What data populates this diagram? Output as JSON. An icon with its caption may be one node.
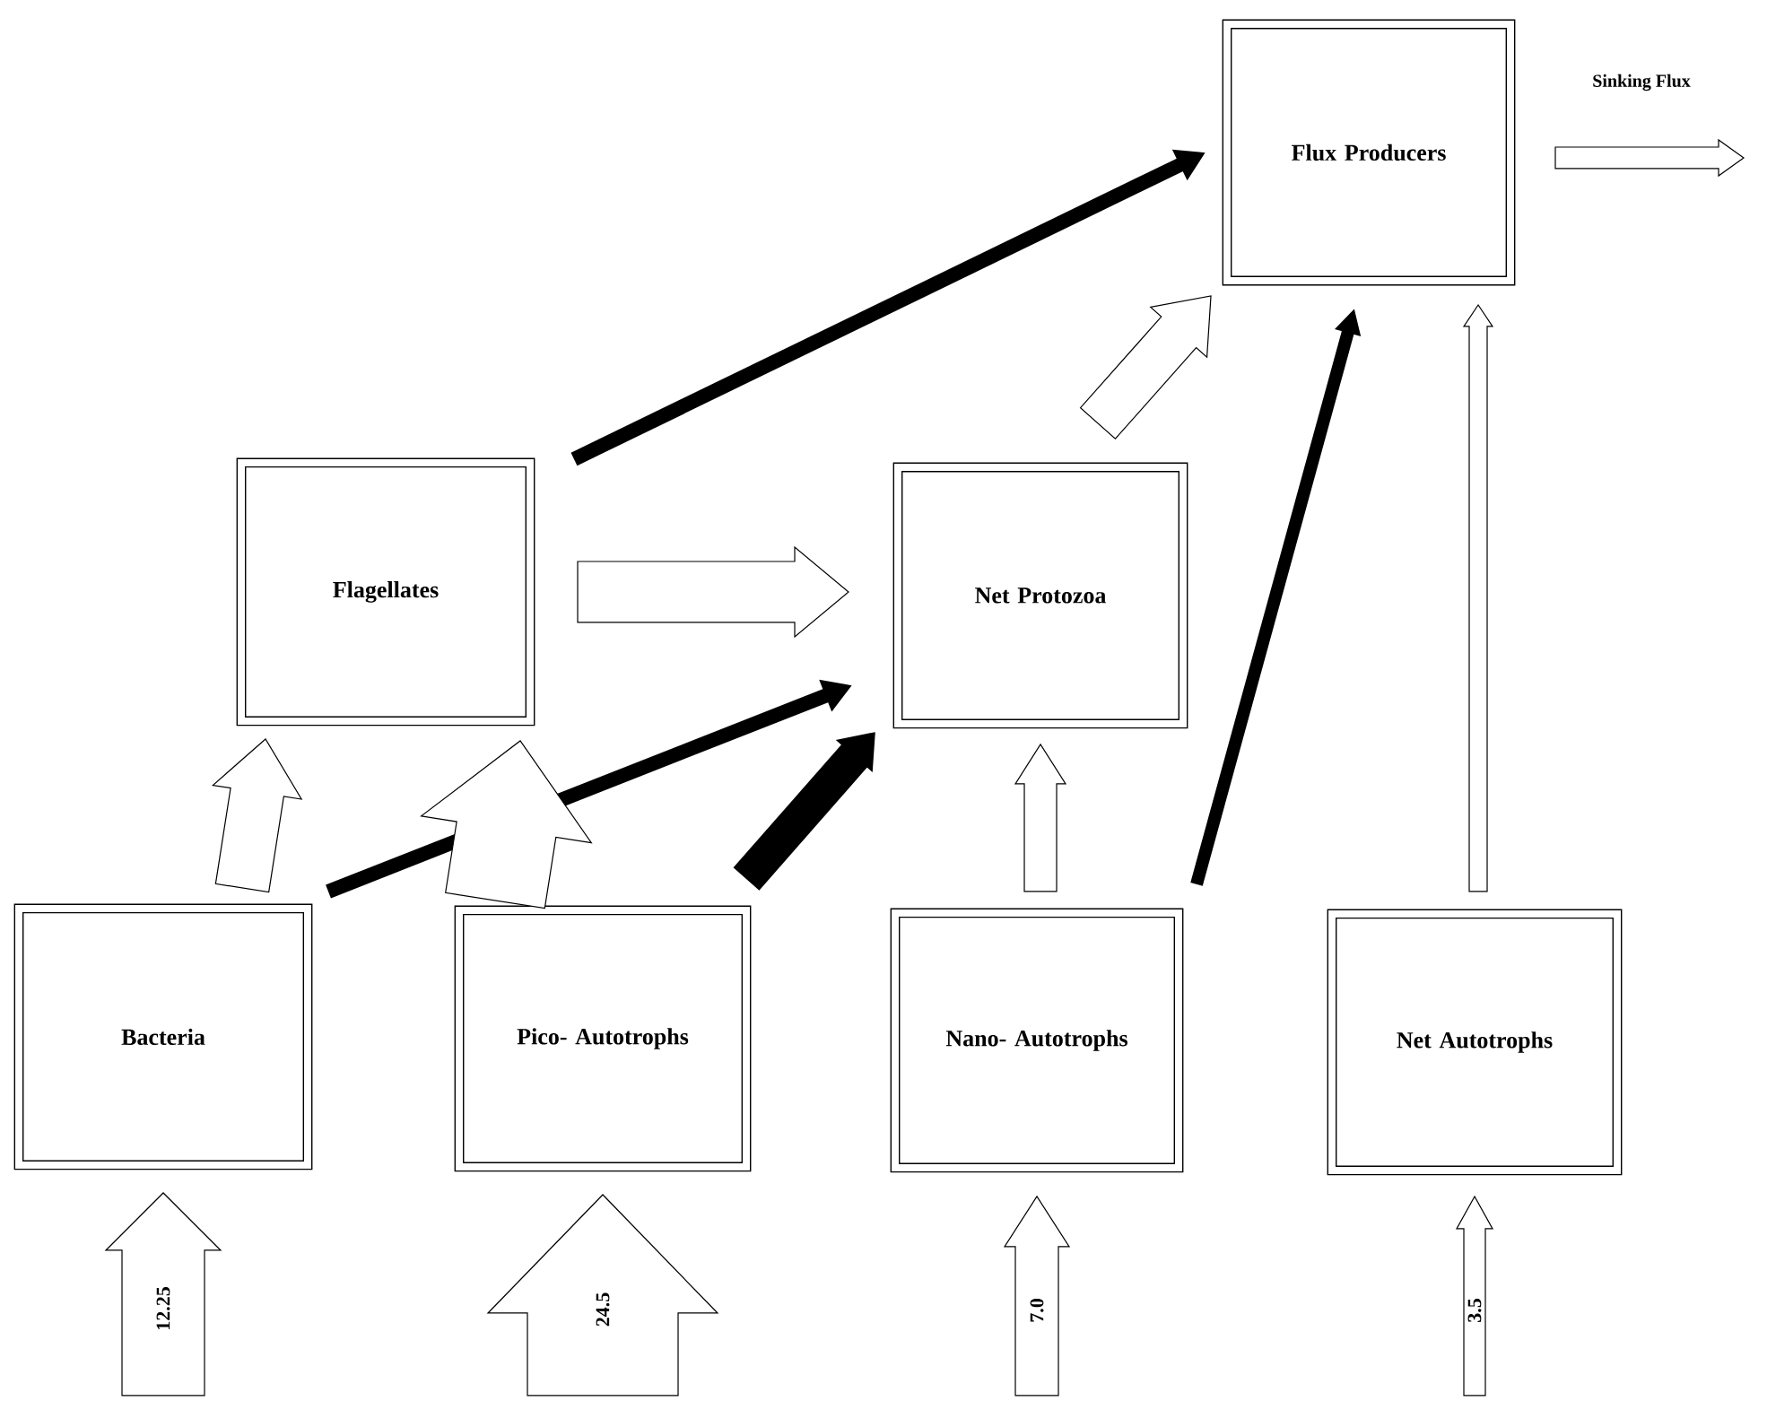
{
  "diagram": {
    "nodes": [
      {
        "text": [
          "Flux Producers"
        ]
      },
      {
        "text": [
          "Flagellates"
        ]
      },
      {
        "text": [
          "Net Protozoa"
        ]
      },
      {
        "text": [
          "Bacteria"
        ]
      },
      {
        "text": [
          "Pico- Autotrophs"
        ]
      },
      {
        "text": [
          "Nano- Autotrophs"
        ]
      },
      {
        "text": [
          "Net Autotrophs"
        ]
      }
    ],
    "edges": [
      {
        "from": 0,
        "to": null,
        "arrow": "to",
        "label": "Sinking Flux"
      },
      {
        "from": 1,
        "to": 0,
        "arrow": "to",
        "color": "#000000"
      },
      {
        "from": 1,
        "to": 2,
        "arrow": "to"
      },
      {
        "from": 2,
        "to": 0,
        "arrow": "to"
      },
      {
        "from": 5,
        "to": 0,
        "arrow": "to",
        "color": "#000000"
      },
      {
        "from": 6,
        "to": 0,
        "arrow": "to"
      },
      {
        "from": 3,
        "to": 1,
        "arrow": "to"
      },
      {
        "from": 4,
        "to": 1,
        "arrow": "to"
      },
      {
        "from": 3,
        "to": 2,
        "arrow": "to",
        "color": "#000000"
      },
      {
        "from": 4,
        "to": 2,
        "arrow": "to",
        "color": "#000000",
        "style": "thick"
      },
      {
        "from": 5,
        "to": 2,
        "arrow": "to"
      },
      {
        "from": null,
        "to": 3,
        "arrow": "to",
        "label": "12.25"
      },
      {
        "from": null,
        "to": 4,
        "arrow": "to",
        "label": "24.5"
      },
      {
        "from": null,
        "to": 5,
        "arrow": "to",
        "label": "7.0"
      },
      {
        "from": null,
        "to": 6,
        "arrow": "to",
        "label": "3.5"
      }
    ]
  }
}
